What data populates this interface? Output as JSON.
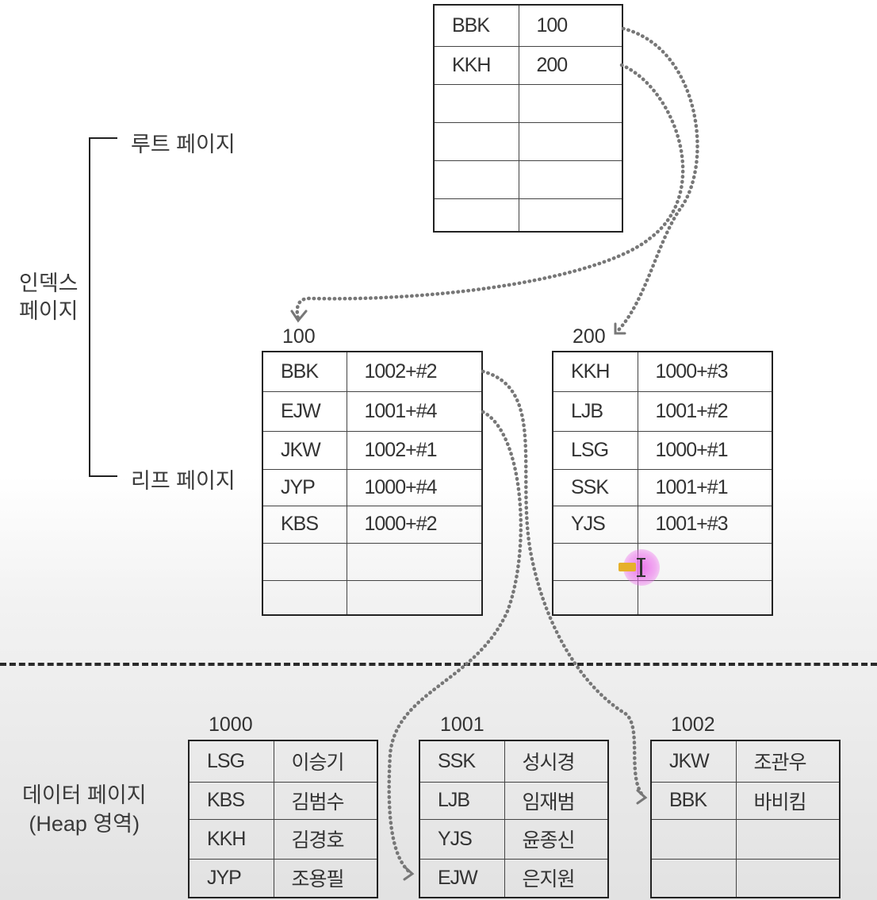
{
  "labels": {
    "index_pages": [
      "인덱스",
      "페이지"
    ],
    "root_page": "루트 페이지",
    "leaf_page": "리프 페이지",
    "data_pages": [
      "데이터 페이지",
      "(Heap 영역)"
    ]
  },
  "root_table": {
    "rows": [
      [
        "BBK",
        "100"
      ],
      [
        "KKH",
        "200"
      ],
      [
        "",
        ""
      ],
      [
        "",
        ""
      ],
      [
        "",
        ""
      ],
      [
        "",
        ""
      ]
    ]
  },
  "leaf_pages": [
    {
      "number": "100",
      "rows": [
        [
          "BBK",
          "1002+#2"
        ],
        [
          "EJW",
          "1001+#4"
        ],
        [
          "JKW",
          "1002+#1"
        ],
        [
          "JYP",
          "1000+#4"
        ],
        [
          "KBS",
          "1000+#2"
        ],
        [
          "",
          ""
        ],
        [
          "",
          ""
        ]
      ]
    },
    {
      "number": "200",
      "rows": [
        [
          "KKH",
          "1000+#3"
        ],
        [
          "LJB",
          "1001+#2"
        ],
        [
          "LSG",
          "1000+#1"
        ],
        [
          "SSK",
          "1001+#1"
        ],
        [
          "YJS",
          "1001+#3"
        ],
        [
          "",
          ""
        ],
        [
          "",
          ""
        ]
      ]
    }
  ],
  "data_pages": [
    {
      "number": "1000",
      "rows": [
        [
          "LSG",
          "이승기"
        ],
        [
          "KBS",
          "김범수"
        ],
        [
          "KKH",
          "김경호"
        ],
        [
          "JYP",
          "조용필"
        ]
      ]
    },
    {
      "number": "1001",
      "rows": [
        [
          "SSK",
          "성시경"
        ],
        [
          "LJB",
          "임재범"
        ],
        [
          "YJS",
          "윤종신"
        ],
        [
          "EJW",
          "은지원"
        ]
      ]
    },
    {
      "number": "1002",
      "rows": [
        [
          "JKW",
          "조관우"
        ],
        [
          "BBK",
          "바비킴"
        ],
        [
          "",
          ""
        ],
        [
          "",
          ""
        ]
      ]
    }
  ],
  "colors": {
    "line": "#222222",
    "arrow": "#777777",
    "cursor_highlight": "#ec70ec"
  }
}
